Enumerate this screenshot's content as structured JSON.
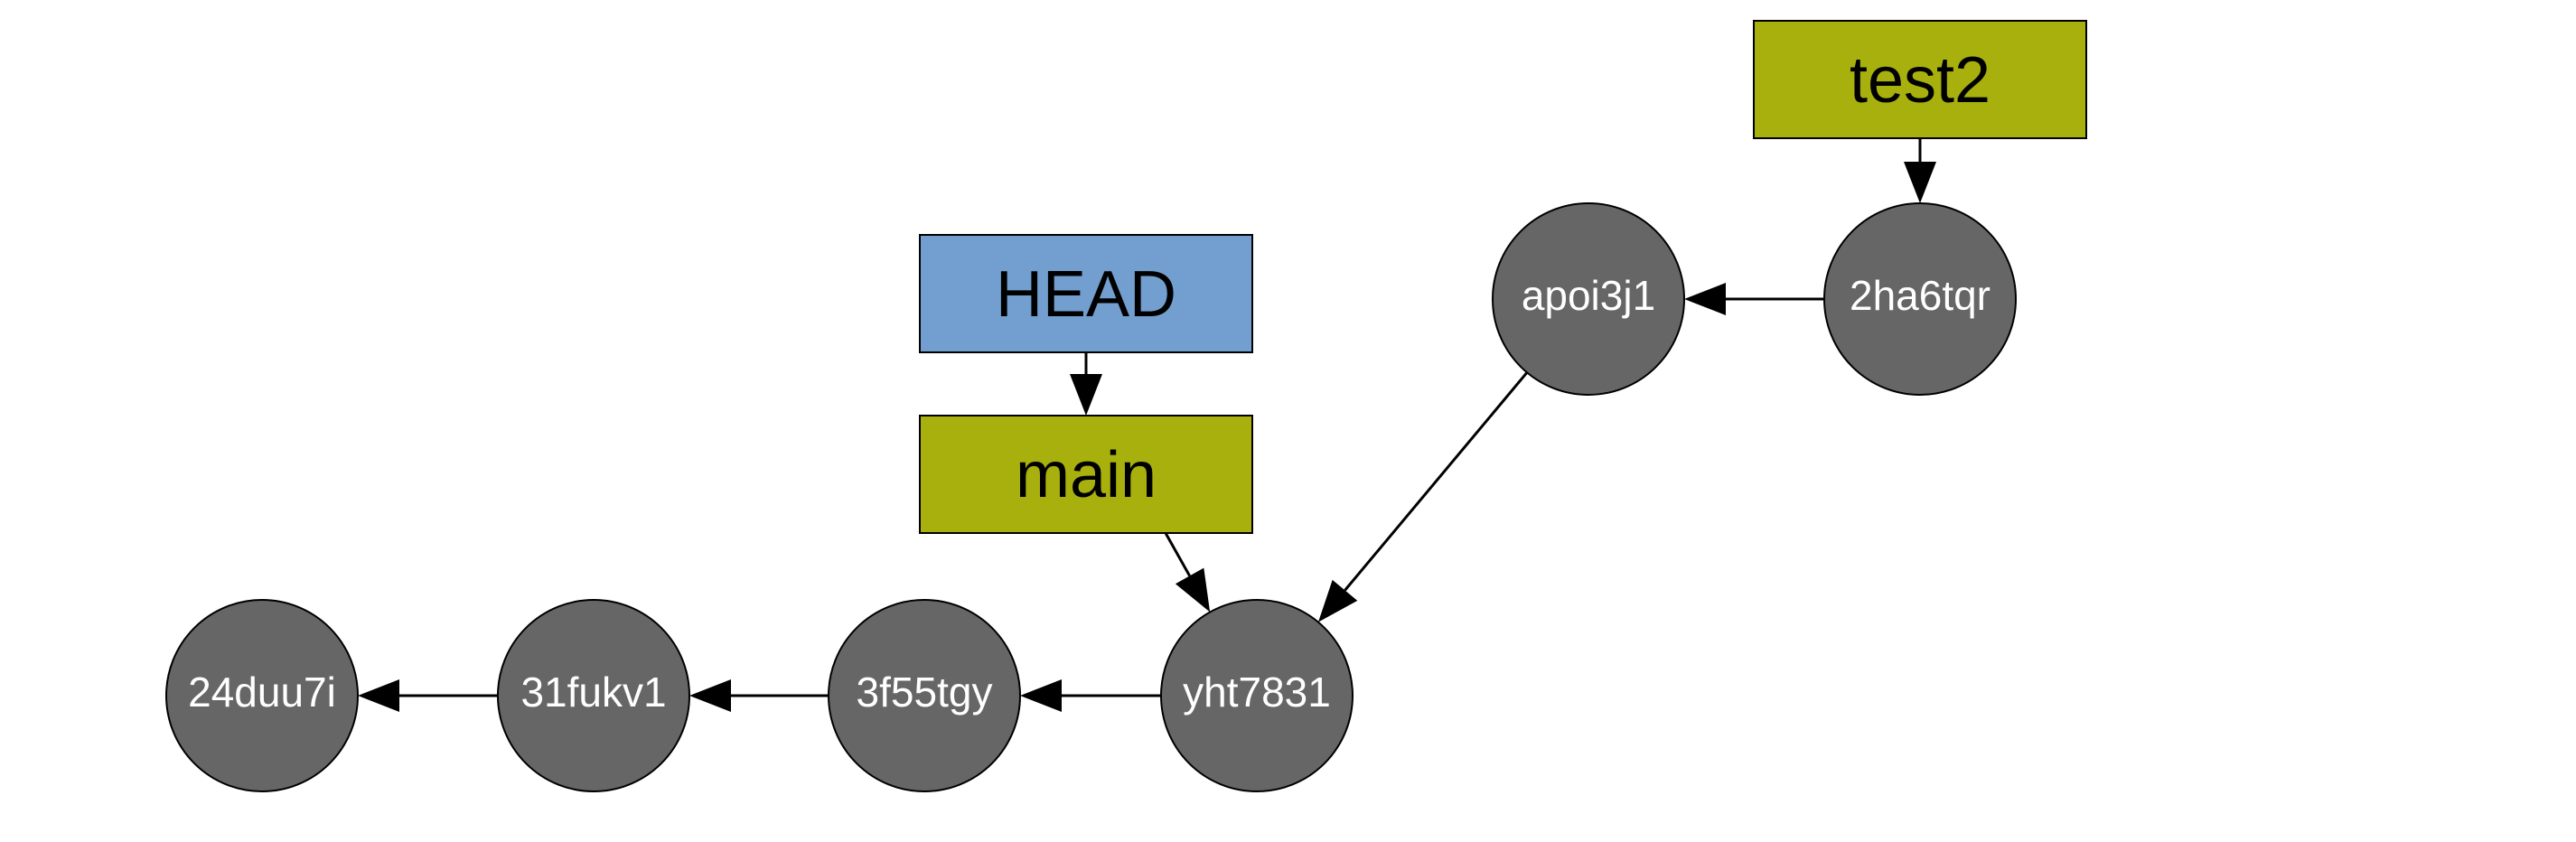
{
  "colors": {
    "commit": "#666666",
    "commit_text": "#ffffff",
    "branch": "#a8b00d",
    "head": "#729fcf",
    "stroke": "#000000"
  },
  "commits": [
    {
      "id": "c1",
      "label": "24duu7i"
    },
    {
      "id": "c2",
      "label": "31fukv1"
    },
    {
      "id": "c3",
      "label": "3f55tgy"
    },
    {
      "id": "c4",
      "label": "yht7831"
    },
    {
      "id": "c5",
      "label": "apoi3j1"
    },
    {
      "id": "c6",
      "label": "2ha6tqr"
    }
  ],
  "refs": [
    {
      "id": "head",
      "label": "HEAD",
      "kind": "head"
    },
    {
      "id": "main",
      "label": "main",
      "kind": "branch"
    },
    {
      "id": "test2",
      "label": "test2",
      "kind": "branch"
    }
  ],
  "edges": [
    {
      "from": "c2",
      "to": "c1"
    },
    {
      "from": "c3",
      "to": "c2"
    },
    {
      "from": "c4",
      "to": "c3"
    },
    {
      "from": "c5",
      "to": "c4"
    },
    {
      "from": "c6",
      "to": "c5"
    },
    {
      "from": "main",
      "to": "c4"
    },
    {
      "from": "head",
      "to": "main"
    },
    {
      "from": "test2",
      "to": "c6"
    }
  ]
}
